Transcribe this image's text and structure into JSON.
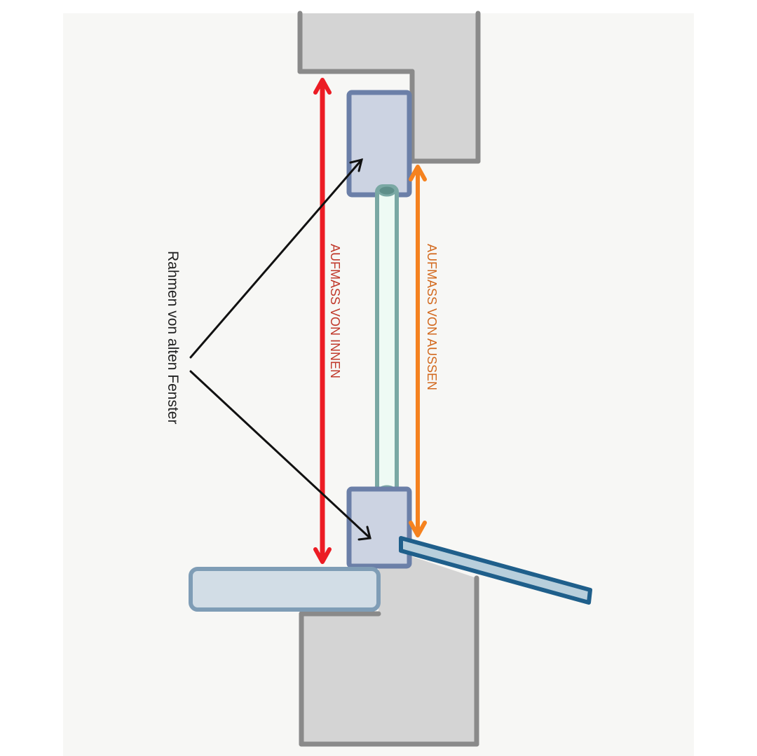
{
  "diagram": {
    "title": "Fenster-Aufmaß Querschnitt",
    "labels": {
      "frame_callout": "Rahmen von alten Fenster",
      "inner_measure": "AUFMASS VON INNEN",
      "outer_measure": "AUFMASS VON AUSSEN"
    },
    "colors": {
      "background": "#f7f7f5",
      "wall_fill": "#d4d4d4",
      "wall_edge": "#8a8a8a",
      "frame_fill": "#ccd3e2",
      "frame_edge": "#6b7fa8",
      "glass_fill": "#eefaf4",
      "glass_edge": "#7aa8a4",
      "sill_inner_fill": "#d2dde6",
      "sill_inner_edge": "#7f9db6",
      "sill_outer_fill": "#b8cfdc",
      "sill_outer_edge": "#1f5f8b",
      "inner_arrow": "#ec1c24",
      "outer_arrow": "#f5821f",
      "callout_arrow": "#111111",
      "inner_label": "#c0392b",
      "outer_label": "#d2691e",
      "callout_label": "#222222"
    },
    "components": [
      "wall-upper",
      "wall-lower",
      "frame-top",
      "frame-bottom",
      "glass-pane",
      "inner-sill",
      "outer-sill"
    ]
  }
}
